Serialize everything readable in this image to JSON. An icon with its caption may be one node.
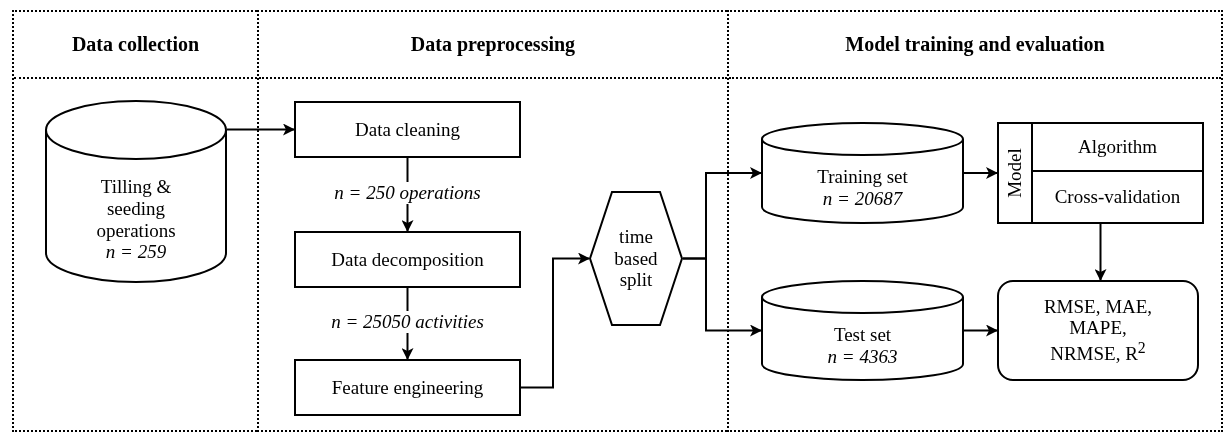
{
  "diagram": {
    "nodes": [
      {
        "text": [
          "Data collection"
        ]
      },
      {
        "text": [
          "Data preprocessing"
        ]
      },
      {
        "text": [
          "Model training and evaluation"
        ]
      },
      {
        "text": [
          "Tilling & seeding operations",
          "n = 259"
        ],
        "in": 0
      },
      {
        "text": [
          "Data cleaning"
        ],
        "in": 1
      },
      {
        "text": [
          "Data decomposition"
        ],
        "in": 1
      },
      {
        "text": [
          "Feature engineering"
        ],
        "in": 1
      },
      {
        "text": [
          "time based split"
        ],
        "in": 1
      },
      {
        "text": [
          "Training set",
          "n = 20687"
        ],
        "in": 2
      },
      {
        "text": [
          "Test set",
          "n = 4363"
        ],
        "in": 2
      },
      {
        "text": [
          "Model"
        ],
        "in": 2
      },
      {
        "text": [
          "Algorithm"
        ],
        "in": 10
      },
      {
        "text": [
          "Cross-validation"
        ],
        "in": 10
      },
      {
        "text": [
          "RMSE, MAE, MAPE, NRMSE, R$^{2}$"
        ],
        "in": 2
      }
    ],
    "edges": [
      {
        "from": 3,
        "to": 4,
        "arrow": "to"
      },
      {
        "from": 4,
        "to": 5,
        "arrow": "to",
        "label": "n = 250 operations"
      },
      {
        "from": 5,
        "to": 6,
        "arrow": "to",
        "label": "n = 25050 activities"
      },
      {
        "from": 6,
        "to": 7,
        "arrow": "to"
      },
      {
        "from": 7,
        "to": 8,
        "arrow": "to"
      },
      {
        "from": 7,
        "to": 9,
        "arrow": "to"
      },
      {
        "from": 8,
        "to": 10,
        "arrow": "to"
      },
      {
        "from": 10,
        "to": 13,
        "arrow": "to"
      },
      {
        "from": 9,
        "to": 13,
        "arrow": "to"
      }
    ]
  }
}
